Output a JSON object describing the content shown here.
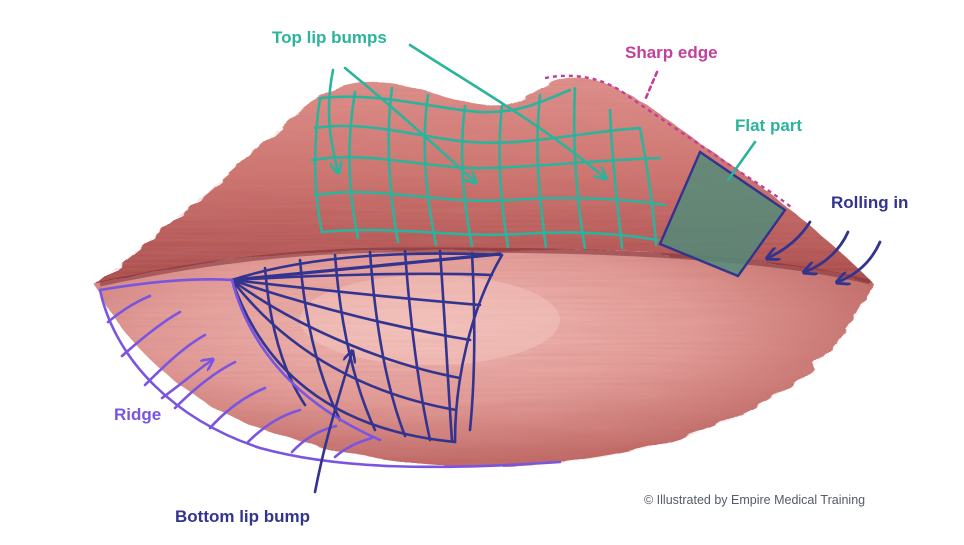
{
  "labels": {
    "top_lip_bumps": "Top lip bumps",
    "sharp_edge": "Sharp edge",
    "flat_part": "Flat part",
    "rolling_in": "Rolling in",
    "ridge": "Ridge",
    "bottom_lip_bump": "Bottom lip bump"
  },
  "credit": "© Illustrated by Empire Medical Training",
  "colors": {
    "teal": "#2bb39c",
    "magenta": "#c1409a",
    "navy": "#33348f",
    "purple": "#7a55e0",
    "lip_dark": "#b75a57",
    "lip_mid": "#d68581",
    "lip_light": "#ecaeaa",
    "flat_fill": "#4f8c79",
    "credit_text": "#555a66"
  }
}
